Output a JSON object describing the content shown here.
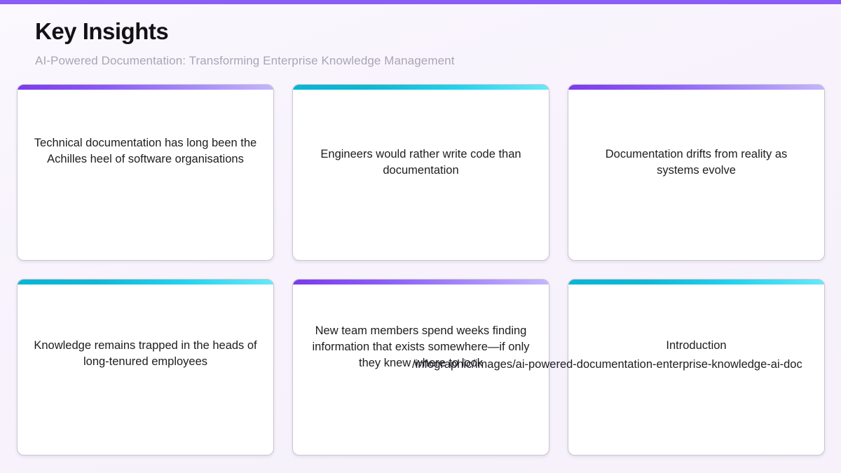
{
  "header": {
    "title": "Key Insights",
    "subtitle": "AI-Powered Documentation: Transforming Enterprise Knowledge Management"
  },
  "theme": {
    "top_bar_color": "#8b5cf6",
    "background_color": "#f8f4fd",
    "accent_purple_from": "#7c3aed",
    "accent_purple_to": "#c4b5fd",
    "accent_teal_from": "#06b6d4",
    "accent_teal_to": "#67e8f9",
    "card_background": "#ffffff",
    "card_border": "#c9c7cf",
    "title_color": "#121217",
    "subtitle_color": "#a9a6b4",
    "card_text_color": "#1d1d22"
  },
  "cards": [
    {
      "text": "Technical documentation has long been the Achilles heel of software organisations",
      "accent": "purple"
    },
    {
      "text": "Engineers would rather write code than documentation",
      "accent": "teal"
    },
    {
      "text": "Documentation drifts from reality as systems evolve",
      "accent": "purple"
    },
    {
      "text": "Knowledge remains trapped in the heads of long-tenured employees",
      "accent": "teal"
    },
    {
      "text": "New team members spend weeks finding information that exists somewhere—if only they knew where to look",
      "accent": "purple"
    },
    {
      "text": "Introduction",
      "accent": "teal"
    }
  ],
  "overlay": {
    "url_text": "/infographic/images/ai-powered-documentation-enterprise-knowledge-ai-doc"
  }
}
